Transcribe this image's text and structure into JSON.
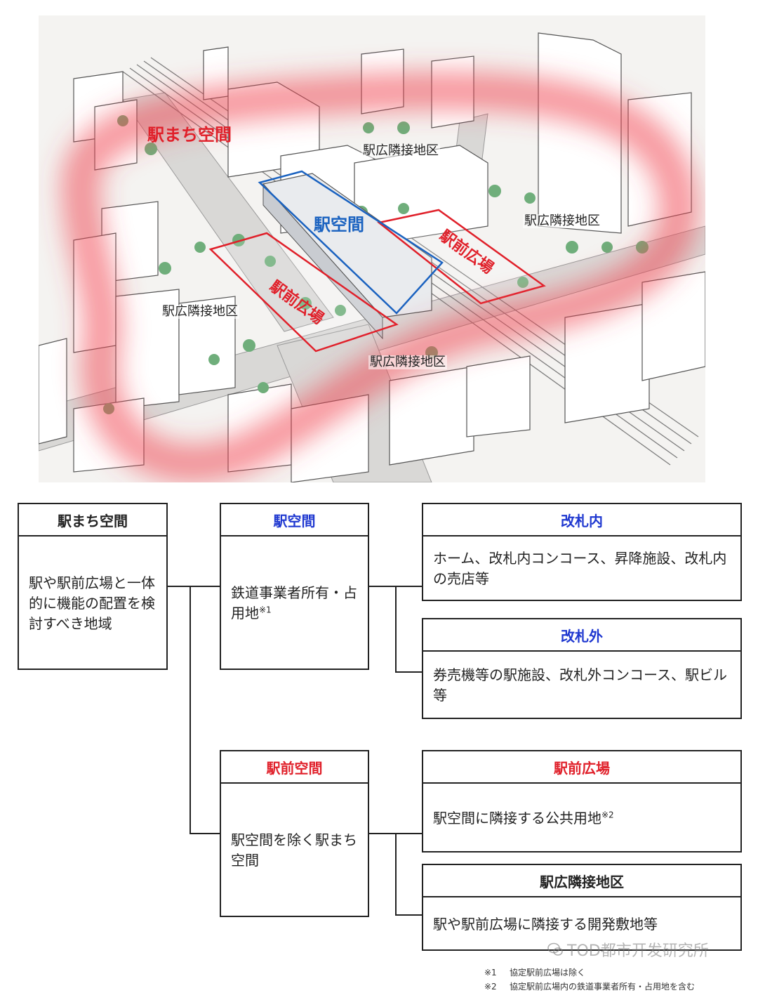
{
  "illustration": {
    "labels": {
      "machi": "駅まち空間",
      "eki": "駅空間",
      "ekimae_hiroba": "駅前広場",
      "rinsetsu": "駅広隣接地区"
    }
  },
  "boxes": {
    "machi": {
      "title": "駅まち空間",
      "body": "駅や駅前広場と一体的に機能の配置を検討すべき地域"
    },
    "eki": {
      "title": "駅空間",
      "body": "鉄道事業者所有・占用地",
      "note": "※1"
    },
    "kaisatsu_in": {
      "title": "改札内",
      "body": "ホーム、改札内コンコース、昇降施設、改札内の売店等"
    },
    "kaisatsu_out": {
      "title": "改札外",
      "body": "券売機等の駅施設、改札外コンコース、駅ビル等"
    },
    "ekimae": {
      "title": "駅前空間",
      "body": "駅空間を除く駅まち空間"
    },
    "ekimae_hiroba": {
      "title": "駅前広場",
      "body": "駅空間に隣接する公共用地",
      "note": "※2"
    },
    "rinsetsu": {
      "title": "駅広隣接地区",
      "body": "駅や駅前広場に隣接する開発敷地等"
    }
  },
  "footnotes": [
    {
      "mark": "※1",
      "text": "協定駅前広場は除く"
    },
    {
      "mark": "※2",
      "text": "協定駅前広場内の鉄道事業者所有・占用地を含む"
    }
  ],
  "watermark": "TOD都市开发研究所",
  "colors": {
    "red": "#e0202a",
    "blue": "#1f38d0",
    "black": "#222222"
  }
}
